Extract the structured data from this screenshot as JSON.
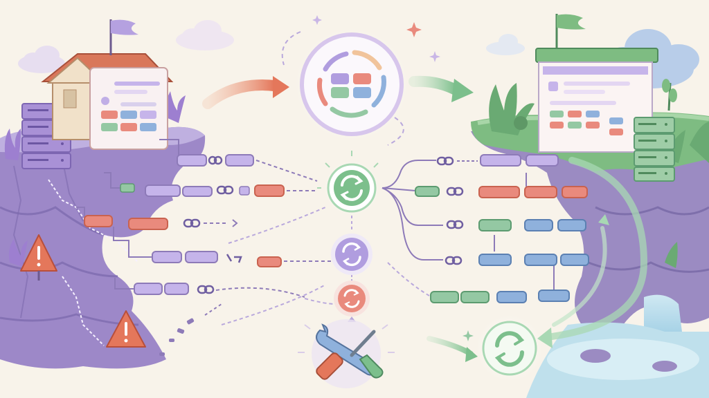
{
  "scene": {
    "title": "",
    "left_island": {
      "theme": "legacy",
      "house": {
        "body": "#f1e1c9",
        "roof": "#d9775a"
      },
      "rock": "#9d88c8",
      "warnings": 2
    },
    "right_island": {
      "theme": "modern",
      "rock": "#9b8bc2",
      "grass": "#7ebc82",
      "waterfall": "#a7d3e6"
    },
    "center": {
      "hub_icon": "sync-icon",
      "repair_icon": "wrench-screwdriver-icon",
      "dashboard_icon": "modules-cycle-icon"
    },
    "palette": {
      "purple": "#b09ddf",
      "red": "#e98a7d",
      "green": "#94c8a3",
      "blue": "#8fb1dc",
      "sync_green": "#7cbf8c",
      "accent_orange": "#e4775b"
    }
  }
}
